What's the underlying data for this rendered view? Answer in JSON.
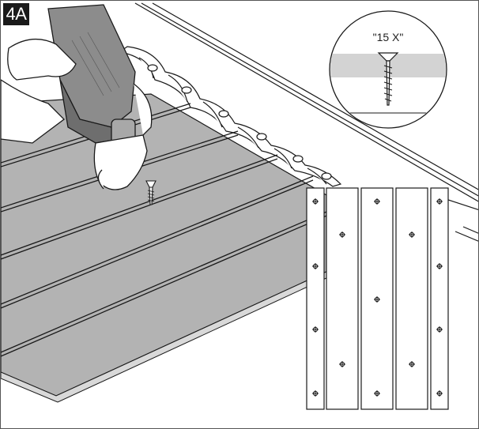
{
  "step": {
    "label": "4A"
  },
  "callout": {
    "text": "\"15 X\""
  },
  "icons": {
    "drill": "drill-icon",
    "hand": "hand-icon",
    "screw": "screw-icon"
  },
  "colors": {
    "board": "#b3b3b3",
    "board_edge": "#8a8a8a",
    "line": "#1a1a1a",
    "badge": "#1a1a1a"
  },
  "layout_diagram": {
    "board_count": 5,
    "screw_count": 15
  }
}
